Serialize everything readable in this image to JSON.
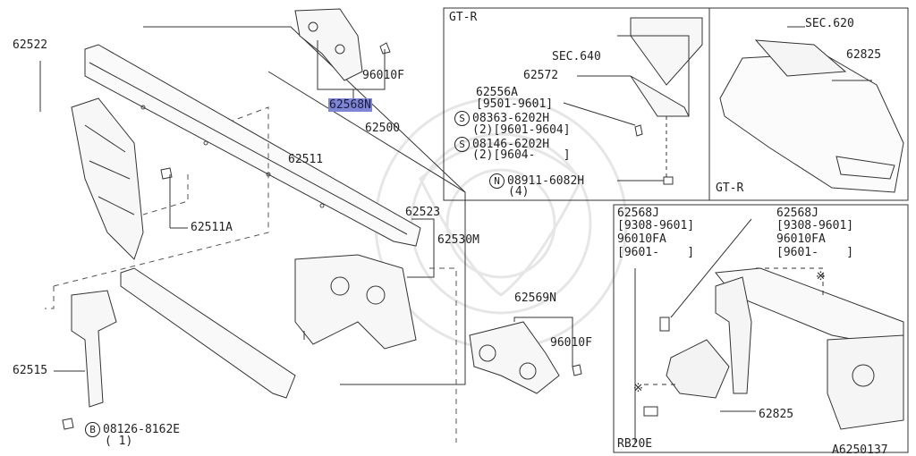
{
  "diagram": {
    "ref_code": "A6250137",
    "panels": {
      "gtr_left": {
        "title": "GT-R"
      },
      "gtr_right": {
        "title": "GT-R"
      },
      "rb20e": {
        "title": "RB20E"
      }
    },
    "parts": {
      "p62522": "62522",
      "p62568n_main": "62568N",
      "p96010f_main": "96010F",
      "p62500": "62500",
      "p62511": "62511",
      "p62511a": "62511A",
      "p62523": "62523",
      "p62530m": "62530M",
      "p62515": "62515",
      "bolt_b_num": "08126-8162E",
      "bolt_b_qty": "( 1)",
      "sec640": "SEC.640",
      "p62572": "62572",
      "p62556a": "62556A",
      "p62556a_range": "[9501-9601]",
      "screw1": "08363-6202H",
      "screw1_qty": "(2)[9601-9604]",
      "screw2": "08146-6202H",
      "screw2_qty": "(2)[9604-    ]",
      "nut": "08911-6082H",
      "nut_qty": "(4)",
      "sec620": "SEC.620",
      "p62825_gtr": "62825",
      "p62569n": "62569N",
      "p96010f_lower": "96010F",
      "rb_left_1": "62568J",
      "rb_left_2": "[9308-9601]",
      "rb_left_3": "96010FA",
      "rb_left_4": "[9601-    ]",
      "rb_right_1": "62568J",
      "rb_right_2": "[9308-9601]",
      "rb_right_3": "96010FA",
      "rb_right_4": "[9601-    ]",
      "p62825_rb": "62825"
    },
    "symbols": {
      "s": "S",
      "n": "N",
      "b": "B",
      "asterisk": "※"
    }
  }
}
